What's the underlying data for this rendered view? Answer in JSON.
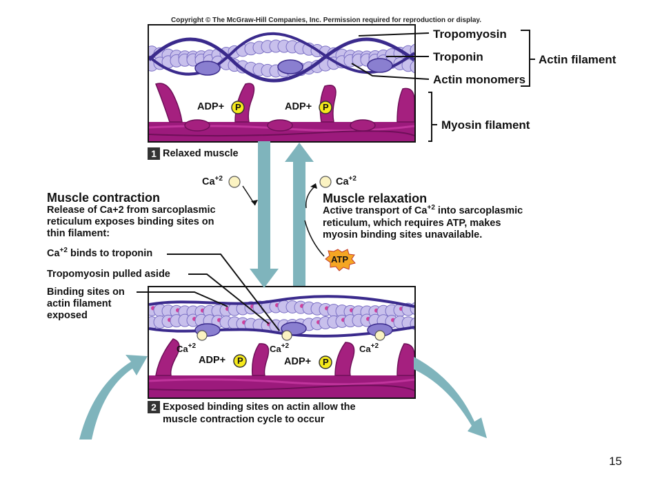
{
  "copyright": "Copyright © The McGraw-Hill Companies, Inc. Permission required for reproduction or display.",
  "labels": {
    "tropomyosin": "Tropomyosin",
    "troponin": "Troponin",
    "actin_monomers": "Actin monomers",
    "actin_filament": "Actin filament",
    "myosin_filament": "Myosin filament",
    "adp_p": "ADP+",
    "p": "P",
    "ca": "Ca",
    "ca_sup": "+2",
    "atp": "ATP"
  },
  "step1": {
    "num": "1",
    "label": "Relaxed muscle"
  },
  "step2": {
    "num": "2",
    "line1": "Exposed binding sites on actin allow the",
    "line2": "muscle contraction cycle to occur"
  },
  "contraction": {
    "title": "Muscle contraction",
    "line1": "Release of Ca+2 from sarcoplasmic",
    "line2": "reticulum exposes binding sites on",
    "line3": "thin filament:",
    "item1_pre": "Ca",
    "item1_sup": "+2",
    "item1_post": " binds to troponin",
    "item2": "Tropomyosin pulled aside",
    "item3_line1": "Binding sites on",
    "item3_line2": "actin filament",
    "item3_line3": "exposed"
  },
  "relaxation": {
    "title": "Muscle relaxation",
    "line1_pre": "Active transport of Ca",
    "line1_sup": "+2",
    "line1_post": " into sarcoplasmic",
    "line2": "reticulum, which requires ATP, makes",
    "line3": "myosin binding sites unavailable."
  },
  "slide_number": "15",
  "colors": {
    "actin": "#c8c0ec",
    "actin_dark": "#7a6fc4",
    "tropomyosin": "#3a2a8c",
    "myosin": "#9c1a7c",
    "myosin_light": "#c0349c",
    "arrow": "#7fb4bc",
    "ca": "#fbf3c2",
    "atp": "#f5a623",
    "p": "#f6ea1c"
  }
}
